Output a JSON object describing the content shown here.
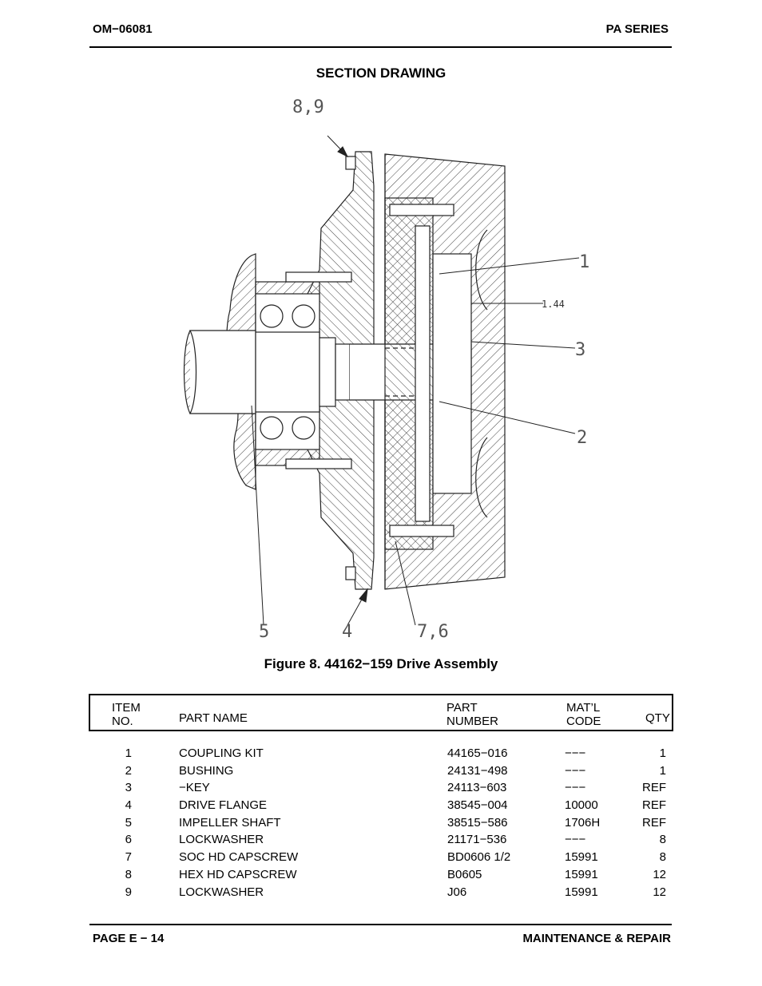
{
  "header": {
    "doc_number": "OM−06081",
    "series": "PA SERIES"
  },
  "section_title": "SECTION DRAWING",
  "drawing": {
    "callouts": [
      "8,9",
      "1",
      "1.44",
      "3",
      "2",
      "5",
      "4",
      "7,6"
    ]
  },
  "figure_caption": "Figure 8. 44162−159 Drive Assembly",
  "parts_table": {
    "headers": {
      "item": [
        "ITEM",
        "NO."
      ],
      "name": "PART NAME",
      "part": [
        "PART",
        "NUMBER"
      ],
      "mat": [
        "MAT’L",
        "CODE"
      ],
      "qty": "QTY"
    },
    "rows": [
      {
        "item": "1",
        "name": "COUPLING KIT",
        "part": "44165−016",
        "mat": "−−−",
        "qty": "1"
      },
      {
        "item": "2",
        "name": "BUSHING",
        "part": "24131−498",
        "mat": "−−−",
        "qty": "1"
      },
      {
        "item": "3",
        "name": "−KEY",
        "part": "24113−603",
        "mat": "−−−",
        "qty": "REF"
      },
      {
        "item": "4",
        "name": "DRIVE FLANGE",
        "part": "38545−004",
        "mat": "10000",
        "qty": "REF"
      },
      {
        "item": "5",
        "name": "IMPELLER SHAFT",
        "part": "38515−586",
        "mat": "1706H",
        "qty": "REF"
      },
      {
        "item": "6",
        "name": "LOCKWASHER",
        "part": "21171−536",
        "mat": "−−−",
        "qty": "8"
      },
      {
        "item": "7",
        "name": "SOC HD CAPSCREW",
        "part": "BD0606 1/2",
        "mat": "15991",
        "qty": "8"
      },
      {
        "item": "8",
        "name": "HEX HD CAPSCREW",
        "part": "B0605",
        "mat": "15991",
        "qty": "12"
      },
      {
        "item": "9",
        "name": "LOCKWASHER",
        "part": "J06",
        "mat": "15991",
        "qty": "12"
      }
    ]
  },
  "footer": {
    "page": "PAGE E − 14",
    "section": "MAINTENANCE & REPAIR"
  }
}
